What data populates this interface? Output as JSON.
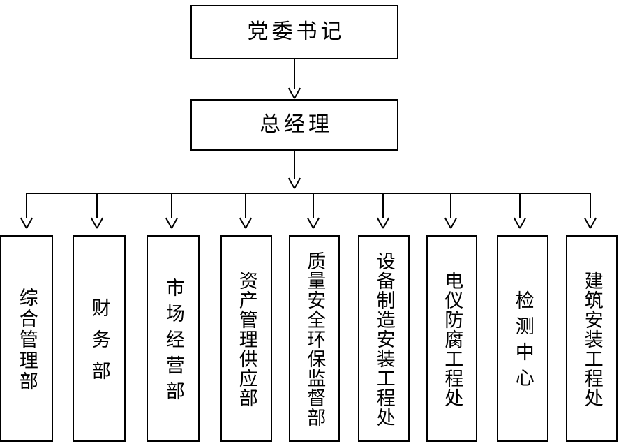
{
  "diagram": {
    "type": "organizational-chart",
    "orientation": "top-down",
    "levels": [
      {
        "level": 1,
        "nodes": [
          {
            "id": "party-secretary",
            "label": "党委书记",
            "orientation": "horizontal"
          }
        ]
      },
      {
        "level": 2,
        "nodes": [
          {
            "id": "general-manager",
            "label": "总经理",
            "orientation": "horizontal"
          }
        ]
      },
      {
        "level": 3,
        "nodes": [
          {
            "id": "dept-1",
            "label": "综合管理部",
            "orientation": "vertical",
            "spacing": "norm"
          },
          {
            "id": "dept-2",
            "label": "财务部",
            "orientation": "vertical",
            "spacing": "wide"
          },
          {
            "id": "dept-3",
            "label": "市场经营部",
            "orientation": "vertical",
            "spacing": "mid"
          },
          {
            "id": "dept-4",
            "label": "资产管理供应部",
            "orientation": "vertical",
            "spacing": "tight"
          },
          {
            "id": "dept-5",
            "label": "质量安全环保监督部",
            "orientation": "vertical",
            "spacing": "tight"
          },
          {
            "id": "dept-6",
            "label": "设备制造安装工程处",
            "orientation": "vertical",
            "spacing": "tight"
          },
          {
            "id": "dept-7",
            "label": "电仪防腐工程处",
            "orientation": "vertical",
            "spacing": "tight"
          },
          {
            "id": "dept-8",
            "label": "检测中心",
            "orientation": "vertical",
            "spacing": "mid"
          },
          {
            "id": "dept-9",
            "label": "建筑安装工程处",
            "orientation": "vertical",
            "spacing": "tight"
          }
        ]
      }
    ],
    "colors": {
      "border": "#000000",
      "background": "#ffffff",
      "text": "#000000",
      "connector": "#000000"
    }
  }
}
